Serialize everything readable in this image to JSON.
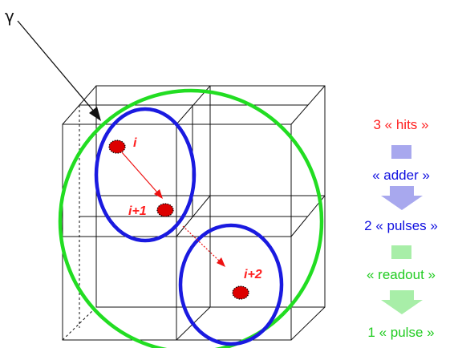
{
  "diagram": {
    "photon_label": "γ",
    "hit_labels": [
      "i",
      "i+1",
      "i+2"
    ]
  },
  "side_flow": {
    "hits": "3 « hits »",
    "adder": "« adder »",
    "pulses": "2 « pulses »",
    "readout": "« readout »",
    "pulse": "1 « pulse »"
  },
  "colors": {
    "hits": "#ff2020",
    "adder": "#1010e0",
    "adder_block": "#a8a8ee",
    "readout": "#22cc22",
    "readout_block": "#a8eea8",
    "outer_circle": "#22dd22",
    "inner_circles": "#1a1ae0",
    "hit_marker": "#dd0000",
    "cube_lines": "#111111"
  }
}
